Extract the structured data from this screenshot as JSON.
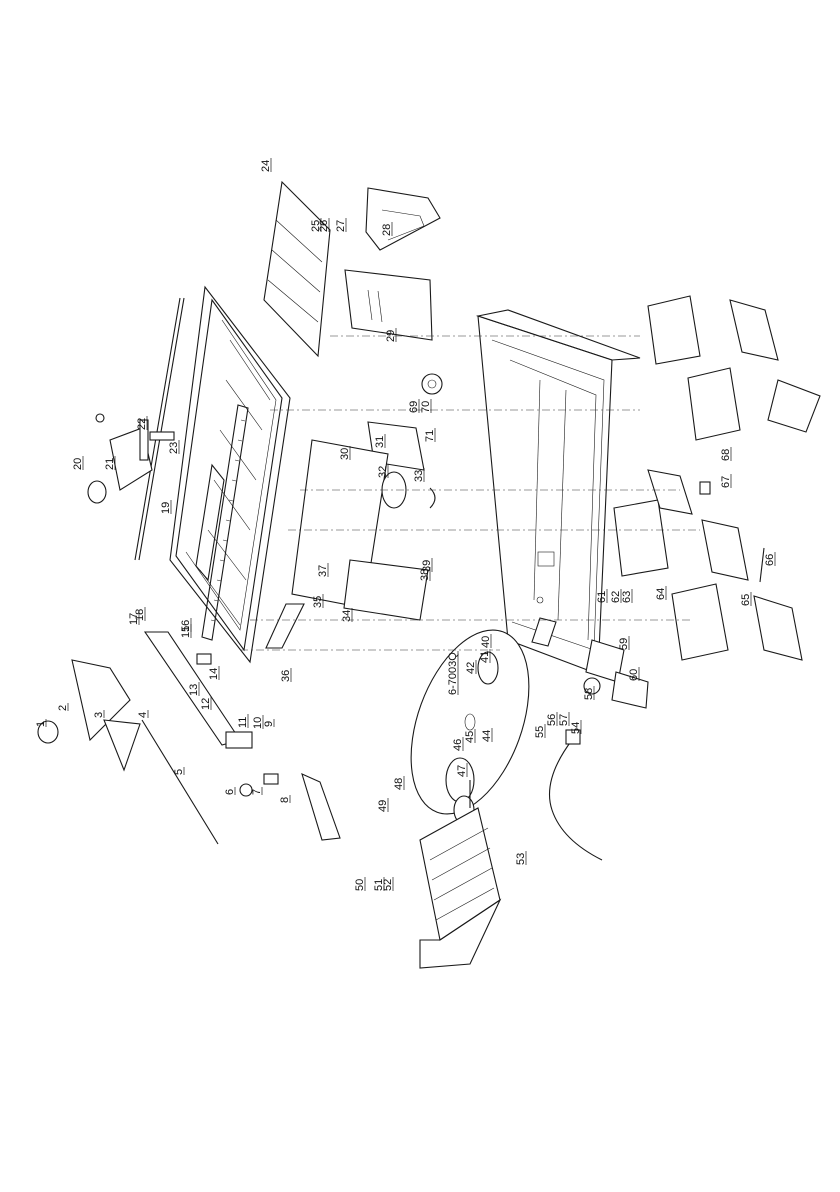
{
  "diagram": {
    "labels": [
      "1",
      "2",
      "3",
      "4",
      "5",
      "6",
      "7",
      "8",
      "9",
      "10",
      "11",
      "12",
      "13",
      "14",
      "15",
      "16",
      "17",
      "18",
      "19",
      "20",
      "21",
      "22",
      "23",
      "24",
      "25",
      "26",
      "27",
      "28",
      "29",
      "30",
      "31",
      "32",
      "33",
      "34",
      "35",
      "36",
      "37",
      "38",
      "39",
      "40",
      "41",
      "42",
      "6-7003Q",
      "44",
      "45",
      "46",
      "47",
      "48",
      "49",
      "50",
      "51",
      "52",
      "53",
      "54",
      "55",
      "56",
      "57",
      "58",
      "59",
      "60",
      "61",
      "62",
      "63",
      "64",
      "65",
      "66",
      "67",
      "68",
      "69",
      "70",
      "71"
    ]
  }
}
